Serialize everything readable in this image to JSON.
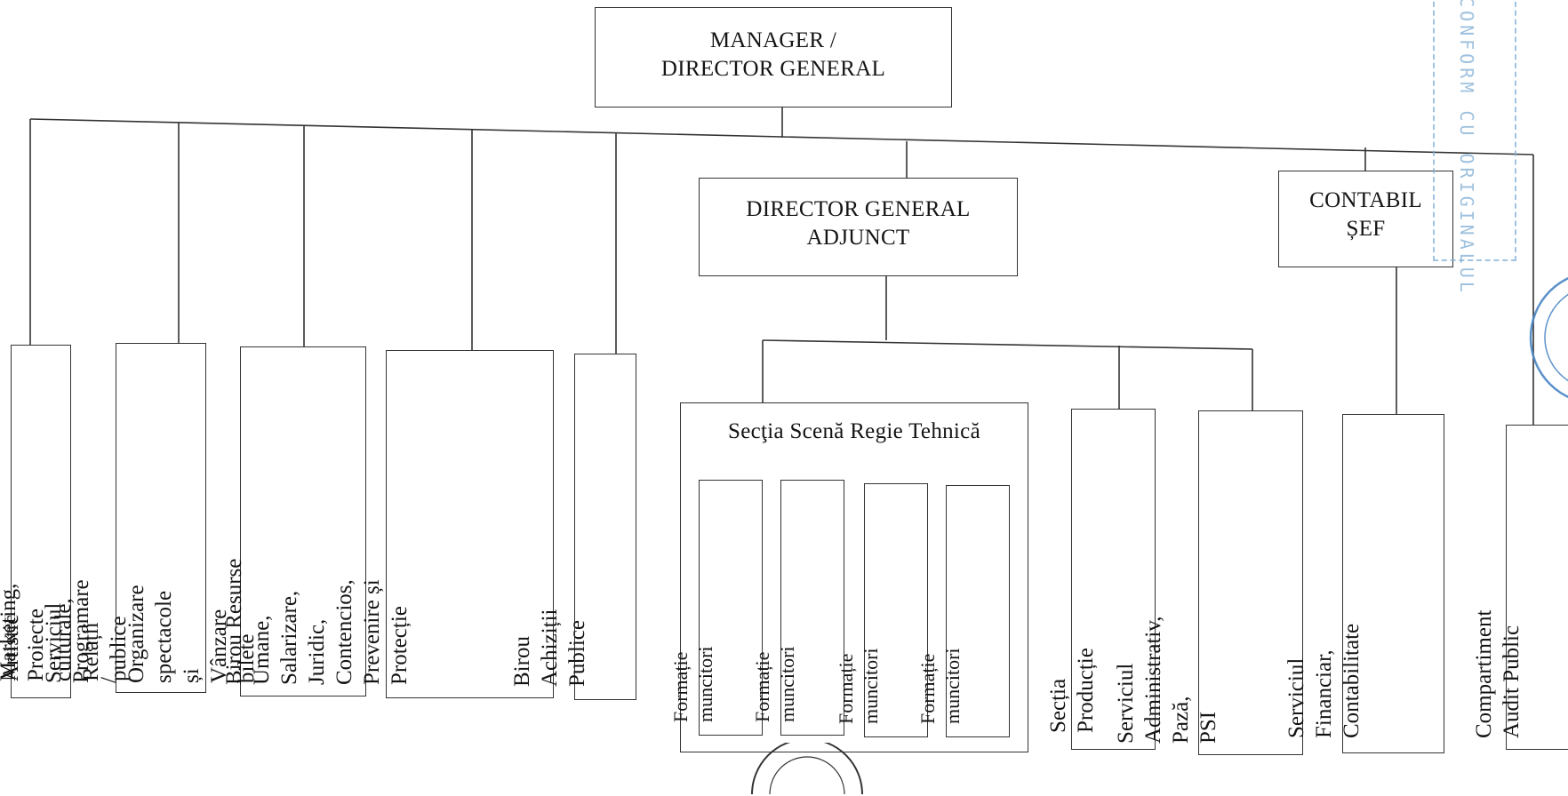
{
  "nodes": {
    "manager": "MANAGER /\nDIRECTOR GENERAL",
    "deputy": "DIRECTOR GENERAL\nADJUNCT",
    "chief_accountant": "CONTABIL\nȘEF",
    "compartiment_artistic": "Compartiment Artistic",
    "serviciul_marketing": "Serviciul, Marketing, Proiecte\nculturale, Relații publice",
    "serviciul_programare": "Serviciul Programare /\nOrganizare spectacole și\nVânzare bilete",
    "birou_resurse_umane": "Birou Resurse Umane,\nSalarizare, Juridic,\nContencios, Prevenire și\nProtecție",
    "birou_achizitii": "Birou Achiziții Publice",
    "sectia_scena": "Secţia Scenă Regie Tehnică",
    "formatii": [
      "Formație muncitori",
      "Formație muncitori",
      "Formație muncitori",
      "Formație muncitori"
    ],
    "sectia_productie": "Secția Producție",
    "serviciul_administrativ": "Serviciul Administrativ, Pază,\nPSI",
    "serviciul_financiar": "Serviciul Financiar,\nContabilitate",
    "compartiment_audit": "Compartiment Audit Public"
  },
  "stamp": {
    "text": "CONFORM CU ORIGINALUL"
  },
  "colors": {
    "line": "#333333",
    "stamp_blue": "#4a86c5",
    "text": "#141414"
  }
}
